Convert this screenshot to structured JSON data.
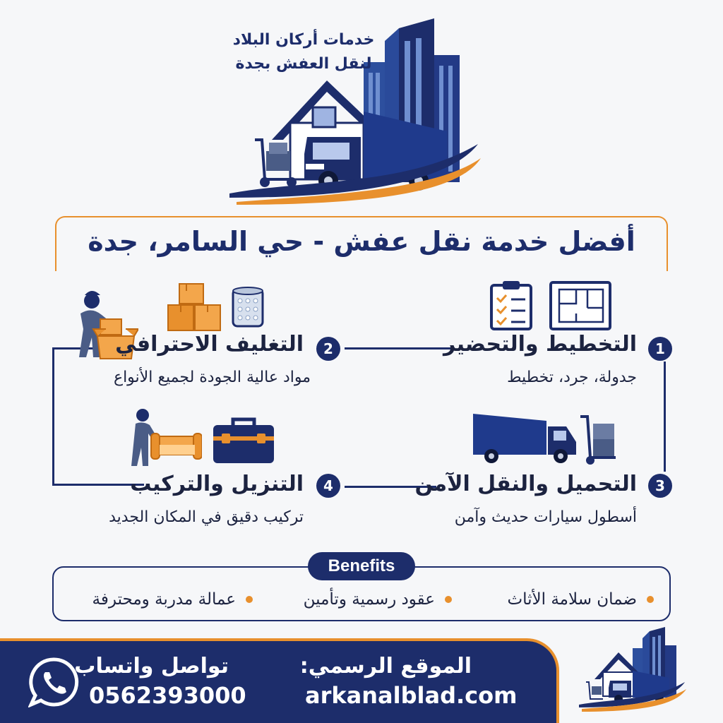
{
  "logo": {
    "line1": "خدمات أركان البلاد",
    "line2": "لنقل العفش بجدة"
  },
  "headline": "أفضل خدمة نقل عفش - حي السامر، جدة",
  "steps": [
    {
      "number": "1",
      "title": "التخطيط والتحضير",
      "subtitle": "جدولة، جرد، تخطيط"
    },
    {
      "number": "2",
      "title": "التغليف الاحترافي",
      "subtitle": "مواد عالية الجودة لجميع الأنواع"
    },
    {
      "number": "3",
      "title": "التحميل والنقل الآمن",
      "subtitle": "أسطول سيارات حديث وآمن"
    },
    {
      "number": "4",
      "title": "التنزيل والتركيب",
      "subtitle": "تركيب دقيق في المكان الجديد"
    }
  ],
  "benefits": {
    "label": "Benefits",
    "items": [
      "ضمان سلامة الأثاث",
      "عقود رسمية وتأمين",
      "عمالة مدربة ومحترفة"
    ]
  },
  "footer": {
    "website_label": "الموقع الرسمي:",
    "website": "arkanalblad.com",
    "whatsapp_label": "تواصل واتساب",
    "phone": "0562393000"
  },
  "colors": {
    "navy": "#1d2d6b",
    "orange": "#e8902d",
    "background": "#f6f7f9"
  },
  "icons": [
    "building-icon",
    "house-icon",
    "truck-icon",
    "hand-truck-icon",
    "clipboard-icon",
    "blueprint-icon",
    "boxes-icon",
    "bubble-wrap-icon",
    "worker-packing-icon",
    "worker-sofa-icon",
    "toolbox-icon",
    "whatsapp-icon"
  ]
}
